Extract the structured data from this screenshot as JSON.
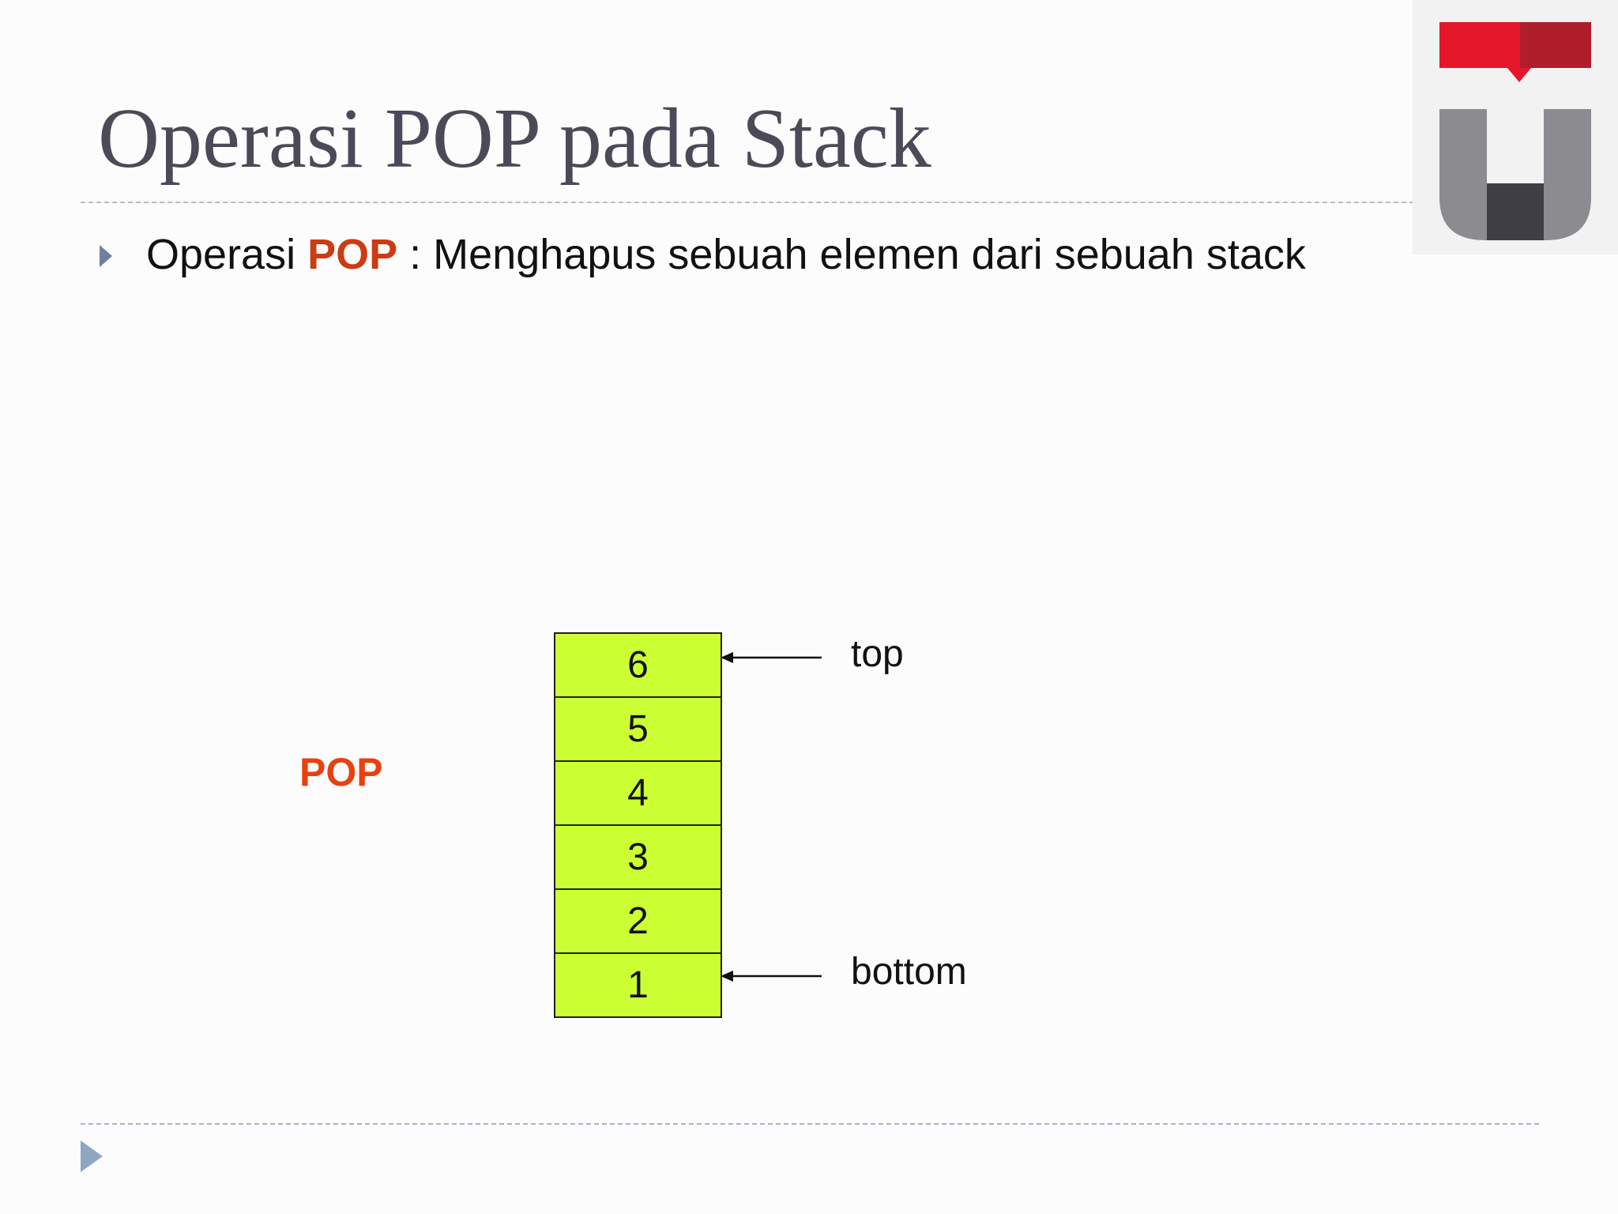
{
  "slide": {
    "title": "Operasi POP pada Stack",
    "bullet": {
      "prefix": "Operasi",
      "highlight": "POP",
      "suffix": " : Menghapus sebuah elemen dari sebuah stack"
    }
  },
  "diagram": {
    "operation_label": "POP",
    "stack_cells": [
      "6",
      "5",
      "4",
      "3",
      "2",
      "1"
    ],
    "top_label": "top",
    "bottom_label": "bottom",
    "cell_color": "#ccff33",
    "accent_color": "#e8400f"
  },
  "icons": {
    "bullet": "triangle-bullet-icon",
    "logo": "university-logo",
    "navigation": "next-slide-icon"
  }
}
